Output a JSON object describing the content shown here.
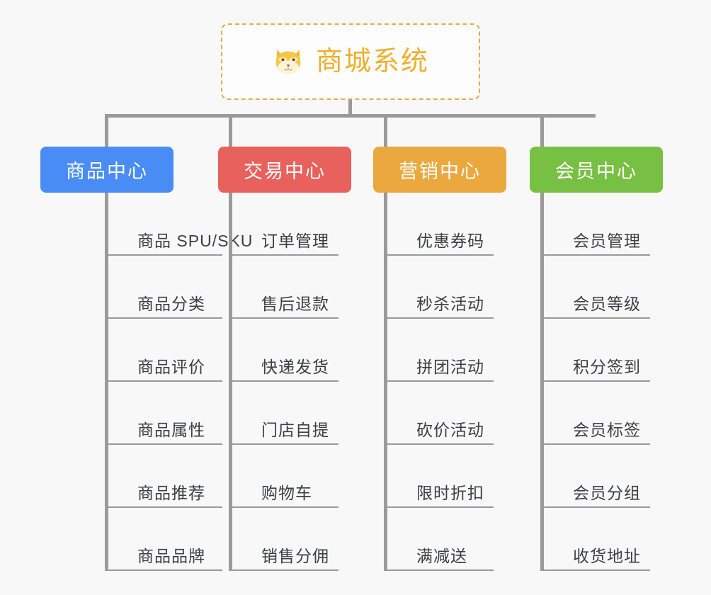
{
  "page": {
    "background_color": "#f8f8f8",
    "connector_color": "#9a9a9a"
  },
  "root": {
    "title": "商城系统",
    "icon": "shiba-dog-face-emoji",
    "text_color": "#eeb030",
    "border_color": "#eaa94a",
    "border_style": "dashed",
    "background_color": "#fdfdfd"
  },
  "branches": [
    {
      "label": "商品中心",
      "color": "#4a8cf5",
      "items": [
        "商品 SPU/SKU",
        "商品分类",
        "商品评价",
        "商品属性",
        "商品推荐",
        "商品品牌"
      ]
    },
    {
      "label": "交易中心",
      "color": "#e8615c",
      "items": [
        "订单管理",
        "售后退款",
        "快递发货",
        "门店自提",
        "购物车",
        "销售分佣"
      ]
    },
    {
      "label": "营销中心",
      "color": "#eaa83e",
      "items": [
        "优惠券码",
        "秒杀活动",
        "拼团活动",
        "砍价活动",
        "限时折扣",
        "满减送"
      ]
    },
    {
      "label": "会员中心",
      "color": "#78c043",
      "items": [
        "会员管理",
        "会员等级",
        "积分签到",
        "会员标签",
        "会员分组",
        "收货地址"
      ]
    }
  ]
}
